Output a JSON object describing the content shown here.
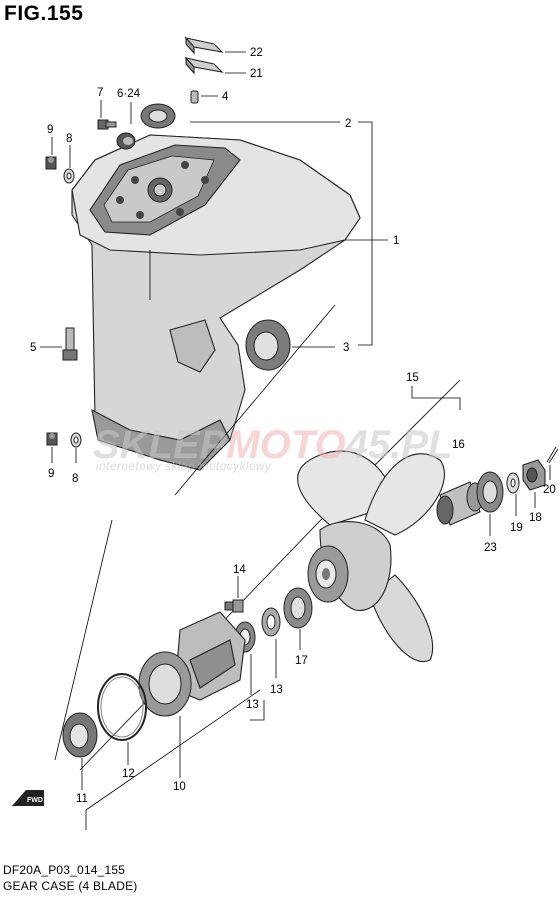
{
  "figure": {
    "title": "FIG.155"
  },
  "captions": {
    "code": "DF20A_P03_014_155",
    "name": "GEAR CASE (4 BLADE)"
  },
  "watermark": {
    "part1": "SKLEP",
    "part2": "MOTO",
    "part3": "45",
    "part4": ".PL",
    "tagline": "internetowy sklep motocyklowy"
  },
  "direction_badge": {
    "label": "FWD"
  },
  "callouts": {
    "c1": "1",
    "c2": "2",
    "c3": "3",
    "c4": "4",
    "c5": "5",
    "c6_24": "6·24",
    "c7": "7",
    "c8_top": "8",
    "c8_bottom": "8",
    "c9_top": "9",
    "c9_bottom": "9",
    "c10": "10",
    "c11": "11",
    "c12": "12",
    "c13_a": "13",
    "c13_b": "13",
    "c14": "14",
    "c15": "15",
    "c16": "16",
    "c17": "17",
    "c18": "18",
    "c19": "19",
    "c20": "20",
    "c21": "21",
    "c22": "22",
    "c23": "23"
  },
  "colors": {
    "ink": "#000000",
    "part_fill": "#d9d9d9",
    "part_shade": "#a9a9a9",
    "watermark_gray": "#c8c8c8",
    "watermark_red": "#f3b3b3"
  }
}
